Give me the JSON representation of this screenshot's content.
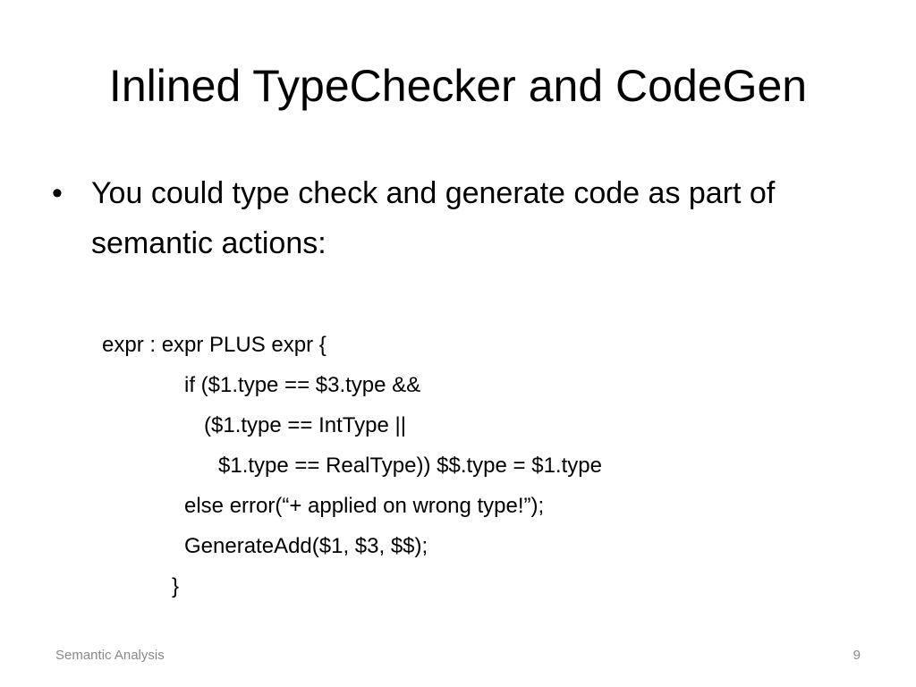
{
  "slide": {
    "title": "Inlined TypeChecker and CodeGen",
    "bullet_text": "You could type check and generate code as part of semantic actions:",
    "code_lines": [
      "expr : expr PLUS expr {",
      "if ($1.type == $3.type &&",
      "($1.type == IntType ||",
      "$1.type == RealType)) $$.type = $1.type",
      "else error(“+ applied on wrong type!”);",
      "GenerateAdd($1, $3, $$);",
      "}"
    ],
    "footer": {
      "label": "Semantic Analysis",
      "page_number": "9"
    }
  }
}
